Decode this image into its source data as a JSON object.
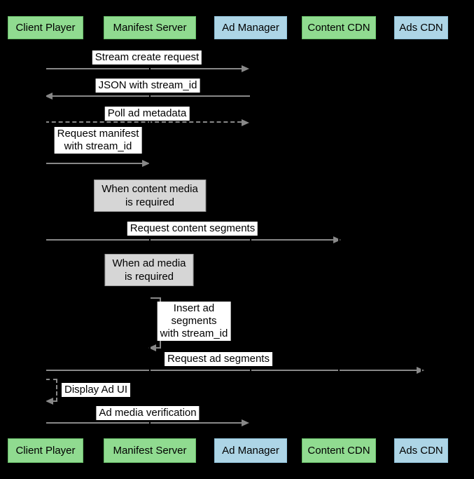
{
  "colors": {
    "background": "#000000",
    "actor_green_fill": "#90DB90",
    "actor_green_border": "#66BB66",
    "actor_blue_fill": "#ADD5E6",
    "actor_blue_border": "#8FC1D9",
    "note_fill": "#D6D6D6",
    "note_border": "#9E9E9E",
    "arrow": "#888888",
    "message_label_bg": "#FFFFFF",
    "message_label_text": "#000000"
  },
  "actors": [
    {
      "label": "Client Player",
      "color": "green"
    },
    {
      "label": "Manifest Server",
      "color": "green"
    },
    {
      "label": "Ad Manager",
      "color": "blue"
    },
    {
      "label": "Content CDN",
      "color": "green"
    },
    {
      "label": "Ads CDN",
      "color": "blue"
    }
  ],
  "messages": [
    {
      "label": "Stream create request",
      "from": "Client Player",
      "to": "Ad Manager",
      "line": "solid",
      "direction": "right"
    },
    {
      "label": "JSON with stream_id",
      "from": "Ad Manager",
      "to": "Client Player",
      "line": "solid",
      "direction": "left"
    },
    {
      "label": "Poll ad metadata",
      "from": "Client Player",
      "to": "Ad Manager",
      "line": "dashed",
      "direction": "right"
    },
    {
      "label": "Request manifest\nwith stream_id",
      "from": "Client Player",
      "to": "Manifest Server",
      "line": "solid",
      "direction": "right"
    },
    {
      "label": "Request content segments",
      "from": "Client Player",
      "to": "Content CDN",
      "line": "solid",
      "direction": "right"
    },
    {
      "label": "Insert ad\nsegments\nwith stream_id",
      "from": "Manifest Server",
      "to": "Manifest Server",
      "line": "solid",
      "direction": "self"
    },
    {
      "label": "Request ad segments",
      "from": "Client Player",
      "to": "Ads CDN",
      "line": "solid",
      "direction": "right"
    },
    {
      "label": "Display Ad UI",
      "from": "Client Player",
      "to": "Client Player",
      "line": "dashed",
      "direction": "self"
    },
    {
      "label": "Ad media verification",
      "from": "Client Player",
      "to": "Ad Manager",
      "line": "solid",
      "direction": "right"
    }
  ],
  "notes": [
    {
      "label": "When content media\nis required"
    },
    {
      "label": "When ad media\nis required"
    }
  ]
}
